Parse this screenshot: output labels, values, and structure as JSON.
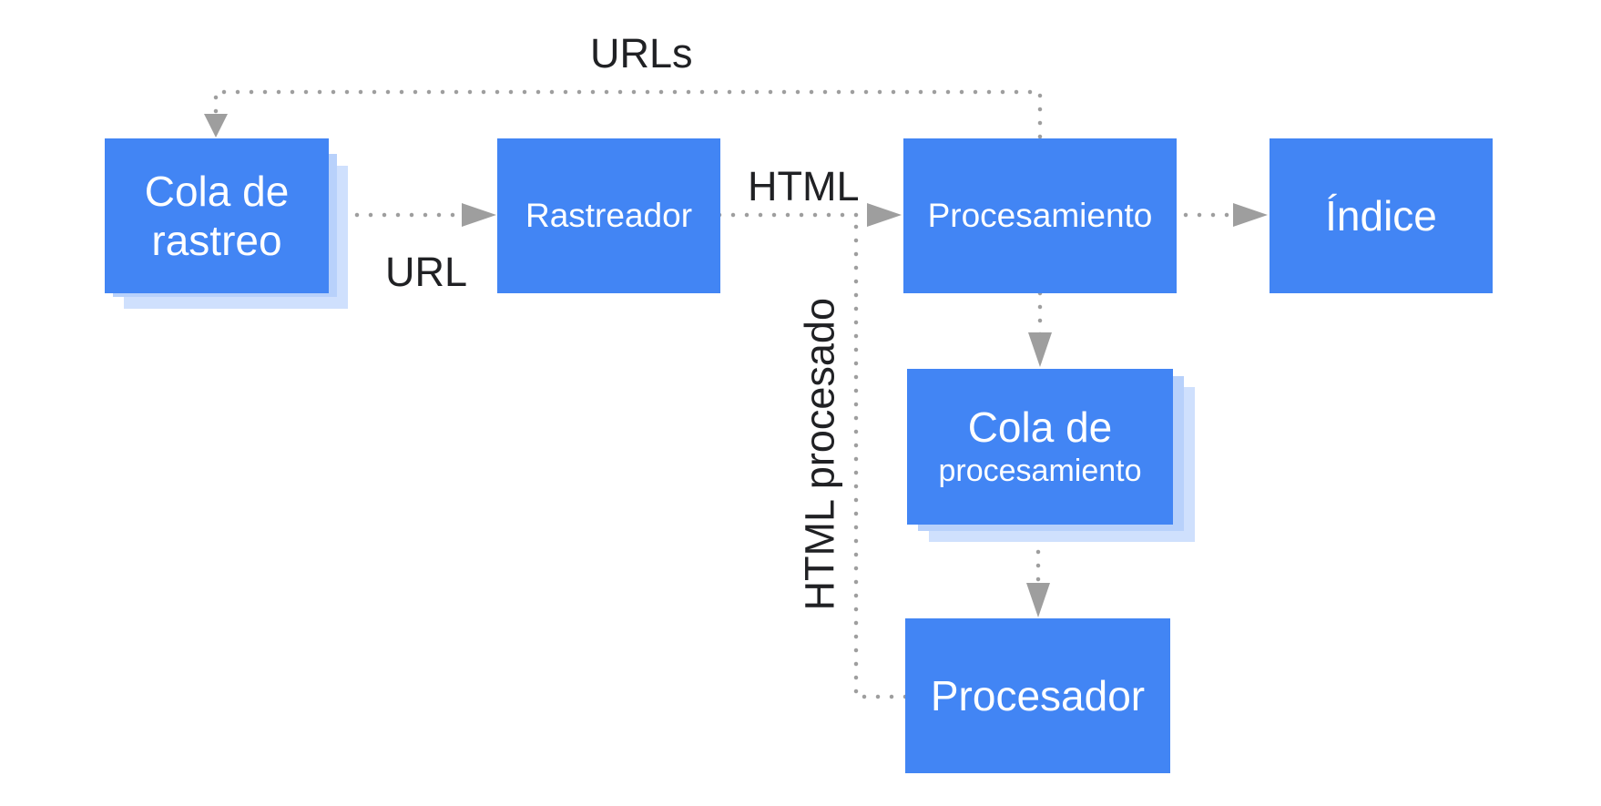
{
  "nodes": {
    "crawl_queue": {
      "line1": "Cola de",
      "line2": "rastreo"
    },
    "crawler": {
      "label": "Rastreador"
    },
    "processing": {
      "label": "Procesamiento"
    },
    "index": {
      "label": "Índice"
    },
    "render_queue": {
      "line1": "Cola de",
      "line2": "procesamiento"
    },
    "renderer": {
      "label": "Procesador"
    }
  },
  "edge_labels": {
    "urls": "URLs",
    "url": "URL",
    "html": "HTML",
    "rendered_html": "HTML procesado"
  },
  "colors": {
    "box": "#4285f4",
    "box_shadow": "#cfe0fd",
    "connector": "#9e9e9e",
    "text_dark": "#202124"
  }
}
